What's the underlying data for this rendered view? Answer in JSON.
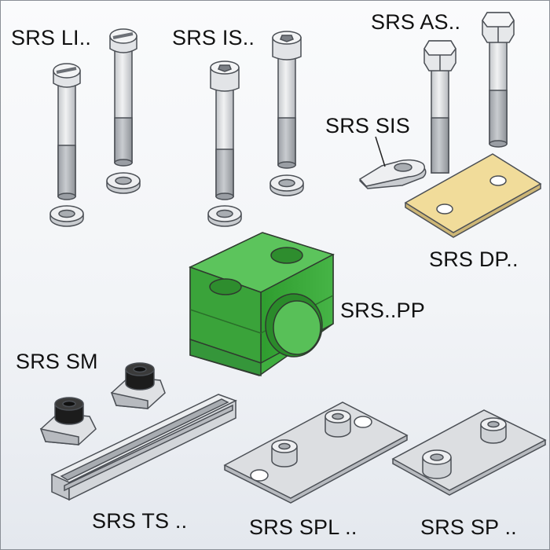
{
  "labels": {
    "srs_li": "SRS LI..",
    "srs_is": "SRS IS..",
    "srs_as": "SRS AS..",
    "srs_sis": "SRS SIS",
    "srs_dp": "SRS DP..",
    "srs_pp": "SRS..PP",
    "srs_sm": "SRS SM",
    "srs_ts": "SRS TS ..",
    "srs_spl": "SRS SPL ..",
    "srs_sp": "SRS SP .."
  },
  "colors": {
    "clamp_green": "#3fae3f",
    "plate_yellow": "#f1dc9a",
    "metal": "#d9dbde",
    "nut_insert": "#1c1c1c",
    "outline": "#4b4f55"
  }
}
